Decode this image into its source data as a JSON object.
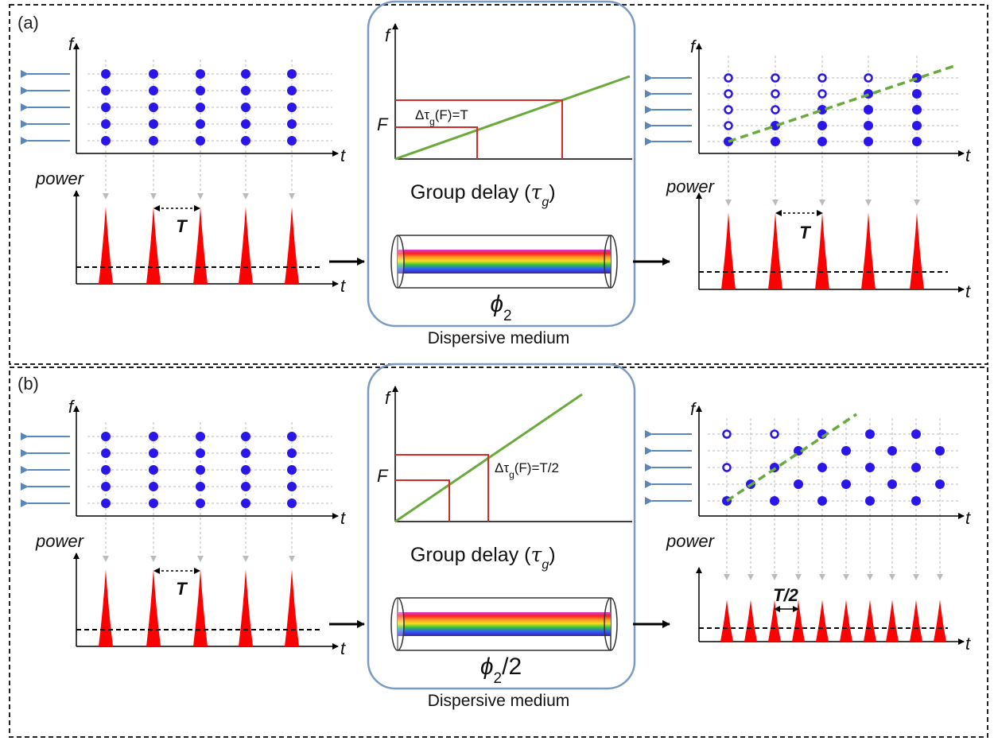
{
  "panels": [
    {
      "label": "(a)",
      "f_axis": "f",
      "t_axis": "t",
      "power_label": "power",
      "period_label": "T",
      "output_period_label": "T",
      "group_delay_label": "Group delay",
      "tau_label": "τ",
      "tau_sub": "g",
      "F_label": "F",
      "delta_label": "Δτ",
      "delta_sub": "g",
      "delta_rest": "(F)=T",
      "phi_label": "ϕ",
      "phi_sub": "2",
      "phi_suffix": "",
      "medium_label": "Dispersive medium"
    },
    {
      "label": "(b)",
      "f_axis": "f",
      "t_axis": "t",
      "power_label": "power",
      "period_label": "T",
      "output_period_label": "T/2",
      "group_delay_label": "Group delay",
      "tau_label": "τ",
      "tau_sub": "g",
      "F_label": "F",
      "delta_label": "Δτ",
      "delta_sub": "g",
      "delta_rest": "(F)=T/2",
      "phi_label": "ϕ",
      "phi_sub": "2",
      "phi_suffix": "/2",
      "medium_label": "Dispersive medium"
    }
  ],
  "colors": {
    "dot": "#2a16e8",
    "pulse": "#ff0000",
    "arrow_left": "#5b86b8",
    "grid": "#b8b8b8",
    "green_line": "#6aaa3c",
    "red_box": "#d42a2a",
    "panel_border": "#7b9ac4"
  }
}
